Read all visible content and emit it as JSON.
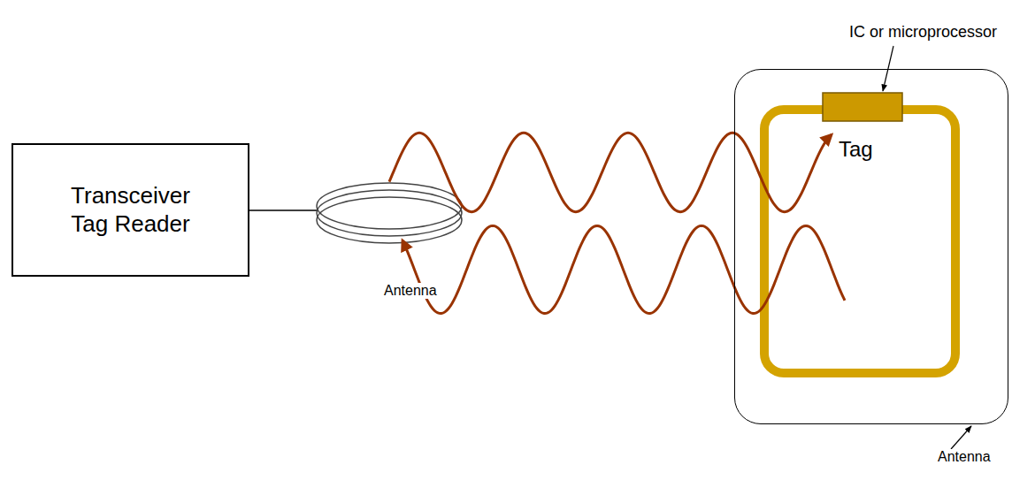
{
  "diagram": {
    "nodes": [
      {
        "text": [
          "Transceiver Tag Reader"
        ]
      },
      {
        "text": [
          "Tag"
        ]
      }
    ],
    "labels": [
      "IC or microprocessor",
      "Antenna",
      "Antenna"
    ]
  }
}
